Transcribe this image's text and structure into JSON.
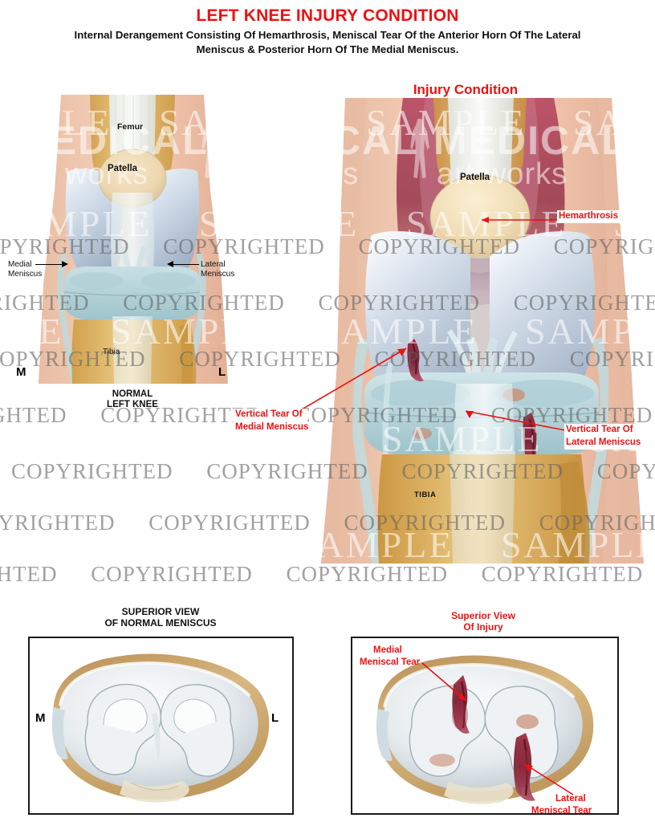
{
  "header": {
    "main_title": "LEFT KNEE INJURY CONDITION",
    "subtitle_line1": "Internal Derangement Consisting Of Hemarthrosis, Meniscal Tear Of the Anterior Horn Of The Lateral",
    "subtitle_line2": "Meniscus & Posterior Horn Of The Medial Meniscus.",
    "injury_heading": "Injury Condition",
    "title_color": "#ee1111",
    "subtitle_color": "#111111"
  },
  "normal_knee": {
    "labels": {
      "femur": "Femur",
      "patella": "Patella",
      "medial_meniscus_l1": "Medial",
      "medial_meniscus_l2": "Meniscus",
      "lateral_meniscus_l1": "Lateral",
      "lateral_meniscus_l2": "Meniscus",
      "tibia": "Tibia",
      "medial_marker": "M",
      "lateral_marker": "L"
    },
    "caption_line1": "NORMAL",
    "caption_line2": "LEFT KNEE"
  },
  "injury_knee": {
    "labels": {
      "patella": "Patella",
      "hemarthrosis": "Hemarthrosis",
      "tibia": "TIBIA",
      "medial_tear_l1": "Vertical Tear Of",
      "medial_tear_l2": "Medial Meniscus",
      "lateral_tear_l1": "Vertical Tear Of",
      "lateral_tear_l2": "Lateral Meniscus"
    },
    "annotation_color": "#ee1111"
  },
  "superior_normal": {
    "title_line1": "SUPERIOR VIEW",
    "title_line2": "OF NORMAL MENISCUS",
    "medial_marker": "M",
    "lateral_marker": "L"
  },
  "superior_injury": {
    "title_line1": "Superior View",
    "title_line2": "Of Injury",
    "medial_tear_l1": "Medial",
    "medial_tear_l2": "Meniscal  Tear",
    "lateral_tear_l1": "Lateral",
    "lateral_tear_l2": "Meniscal Tear"
  },
  "watermark": {
    "copyright_text": "COPYRIGHTED",
    "sample_text": "SAMPLE",
    "brand_big": "MEDICAL",
    "brand_small": "art works",
    "copyright_color": "#626262",
    "sample_color": "#ffffff"
  }
}
